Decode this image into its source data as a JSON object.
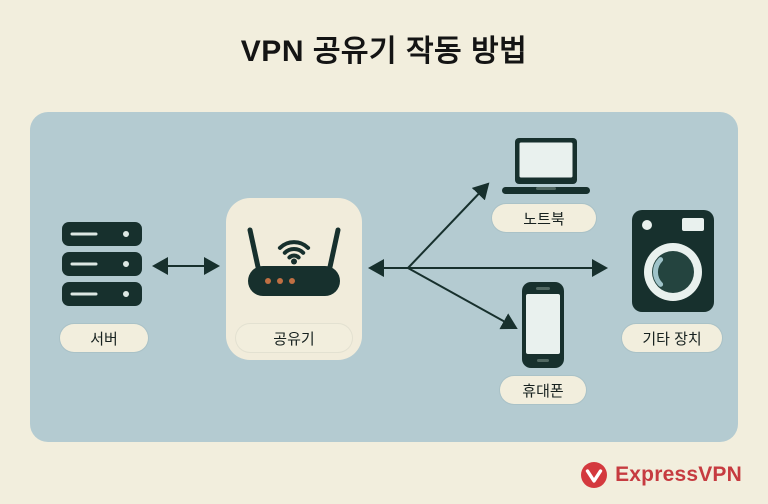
{
  "title": "VPN 공유기 작동 방법",
  "colors": {
    "page_background": "#f2eedd",
    "panel_background": "#b4cbd1",
    "icon_dark": "#17302d",
    "label_pill_background": "#f2eedd",
    "router_card_background": "#f1ecdb",
    "brand_red": "#d4393e"
  },
  "diagram": {
    "server_label": "서버",
    "router_label": "공유기",
    "laptop_label": "노트북",
    "phone_label": "휴대폰",
    "other_device_label": "기타 장치"
  },
  "brand": {
    "name": "ExpressVPN"
  }
}
